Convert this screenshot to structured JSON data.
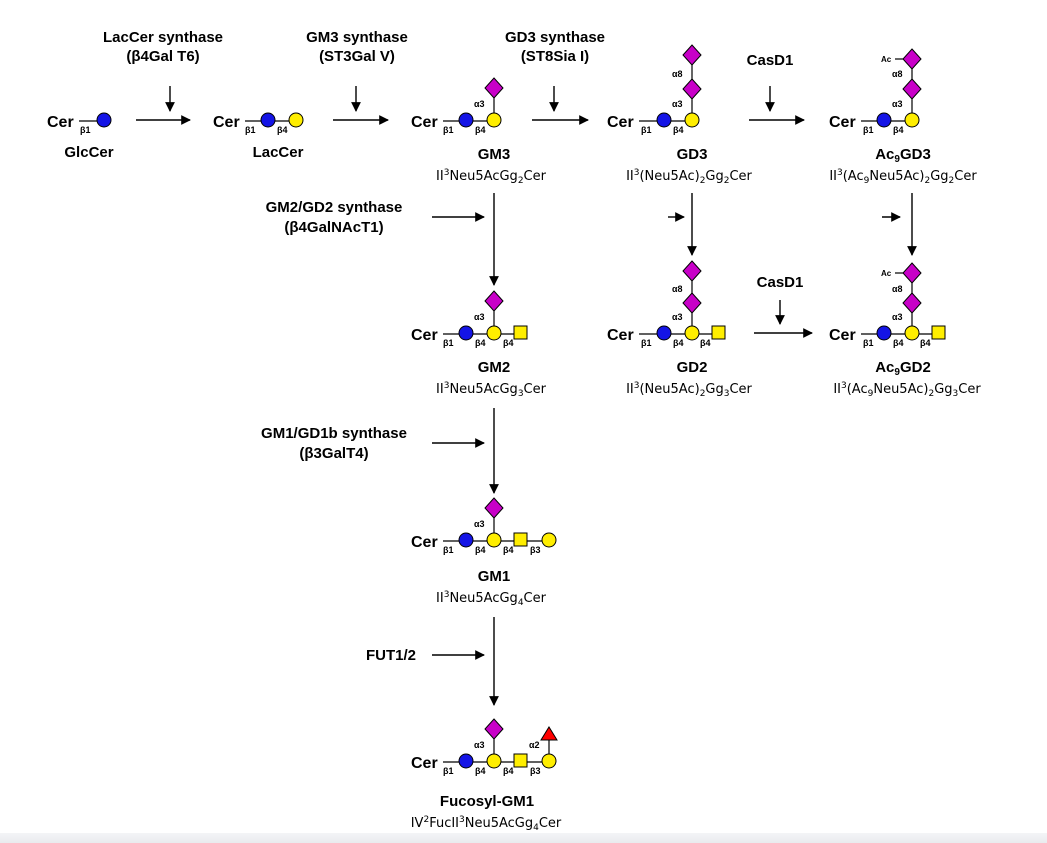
{
  "colors": {
    "glucose": "#1414e6",
    "galactose": "#ffee00",
    "galnac": "#ffee00",
    "sialic_acid": "#c800c8",
    "fucose": "#ff0000",
    "line": "#000000"
  },
  "enzymes": {
    "lacCer_name": "LacCer synthase",
    "lacCer_gene": "(β4Gal T6)",
    "gm3_name": "GM3 synthase",
    "gm3_gene": "(ST3Gal V)",
    "gd3_name": "GD3 synthase",
    "gd3_gene": "(ST8Sia I)",
    "casd1_top": "CasD1",
    "casd1_mid": "CasD1",
    "gm2gd2_name": "GM2/GD2 synthase",
    "gm2gd2_gene": "(β4GalNAcT1)",
    "gm1gd1b_name": "GM1/GD1b  synthase",
    "gm1gd1b_gene": "(β3GalT4)",
    "fut": "FUT1/2"
  },
  "glycans": {
    "glccer": {
      "name": "GlcCer"
    },
    "laccer": {
      "name": "LacCer"
    },
    "gm3": {
      "name": "GM3",
      "formula_a": "II",
      "formula_b": "Neu5AcGg",
      "formula_c": "Cer"
    },
    "gd3": {
      "name": "GD3",
      "formula_a": "II",
      "formula_b": "(Neu5Ac)",
      "formula_c": "Gg",
      "formula_d": "Cer"
    },
    "ac9gd3": {
      "name_a": "Ac",
      "name_b": "GD3",
      "formula_a": "II",
      "formula_b": "(Ac",
      "formula_c": "Neu5Ac)",
      "formula_d": "Gg",
      "formula_e": "Cer"
    },
    "gm2": {
      "name": "GM2",
      "formula_a": "II",
      "formula_b": "Neu5AcGg",
      "formula_c": "Cer"
    },
    "gd2": {
      "name": "GD2",
      "formula_a": "II",
      "formula_b": "(Neu5Ac)",
      "formula_c": "Gg",
      "formula_d": "Cer"
    },
    "ac9gd2": {
      "name_a": "Ac",
      "name_b": "GD2",
      "formula_a": "II",
      "formula_b": "(Ac",
      "formula_c": "Neu5Ac)",
      "formula_d": "Gg",
      "formula_e": "Cer"
    },
    "gm1": {
      "name": "GM1",
      "formula_a": "II",
      "formula_b": "Neu5AcGg",
      "formula_c": "Cer"
    },
    "fucosyl_gm1": {
      "name": "Fucosyl-GM1",
      "formula_a": "IV",
      "formula_b": "FucII",
      "formula_c": "Neu5AcGg",
      "formula_d": "Cer"
    }
  },
  "sub": {
    "three": "3",
    "two": "2",
    "nine": "9",
    "four": "4"
  },
  "labels": {
    "cer": "Cer",
    "ac": "Ac",
    "b1": "β1",
    "b3": "β3",
    "b4": "β4",
    "a2": "α2",
    "a3": "α3",
    "a8": "α8"
  }
}
